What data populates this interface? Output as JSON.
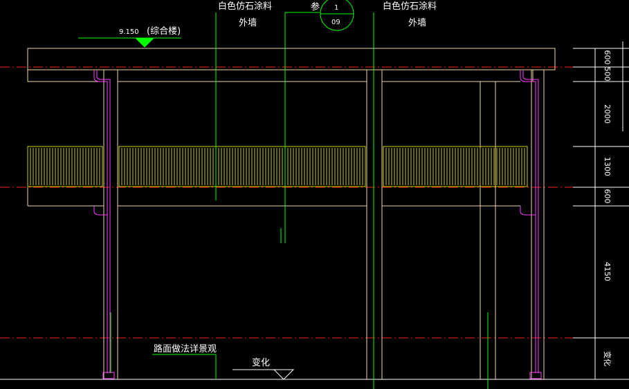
{
  "annotations": {
    "material_left_line1": "白色仿石涂料",
    "material_left_line2": "外墙",
    "material_right_line1": "白色仿石涂料",
    "material_right_line2": "外墙",
    "ref_label": "参",
    "detail_number": "1",
    "detail_sheet": "09",
    "level_value": "9.150",
    "level_note": "(综合楼)",
    "road_note": "路面做法详景观",
    "change_note": "变化"
  },
  "dimensions": {
    "d1": "600",
    "d2": "500",
    "d3": "2000",
    "d4": "1300",
    "d5": "600",
    "d6": "4150",
    "d7": "变化"
  },
  "colors": {
    "background": "#000000",
    "outline": "#f2d9a0",
    "leader": "#00ff00",
    "axis": "#ff2020",
    "railing": "#d0d000",
    "drain": "#ff40ff",
    "text": "#ffffff"
  }
}
